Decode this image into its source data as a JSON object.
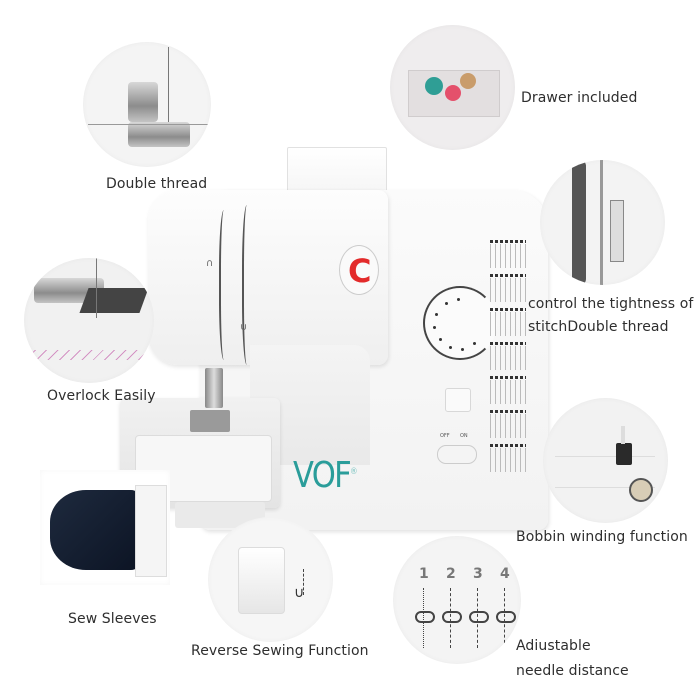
{
  "product": {
    "brand": "VOF",
    "brand_mark": "®",
    "brand_color": "#2a9d9a",
    "accent_red": "#e32b2b",
    "switch_labels": {
      "off": "OFF",
      "on": "ON"
    }
  },
  "features": [
    {
      "id": "double-thread",
      "label": "Double thread"
    },
    {
      "id": "drawer",
      "label": "Drawer included"
    },
    {
      "id": "tension",
      "label_line1": "control the tightness of",
      "label_line2": "stitchDouble thread"
    },
    {
      "id": "overlock",
      "label": "Overlock Easily"
    },
    {
      "id": "bobbin",
      "label": "Bobbin winding function"
    },
    {
      "id": "sleeves",
      "label": "Sew Sleeves"
    },
    {
      "id": "reverse",
      "label": "Reverse Sewing Function"
    },
    {
      "id": "needle-distance",
      "label_line1": "Adiustable",
      "label_line2": "needle distance"
    }
  ],
  "needle_positions": [
    "1",
    "2",
    "3",
    "4"
  ]
}
